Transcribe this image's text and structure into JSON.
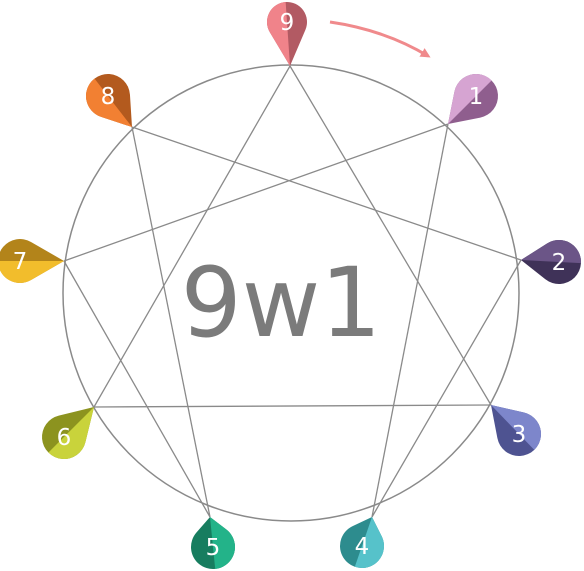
{
  "center_label": "9w1",
  "wing_arrow_color": "#f08a8c",
  "line_color": "#8a8a8a",
  "points": [
    {
      "label": "9",
      "light": "#f0838a",
      "dark": "#b25a63"
    },
    {
      "label": "1",
      "light": "#d6a4d2",
      "dark": "#8f5e8e"
    },
    {
      "label": "2",
      "light": "#6b5587",
      "dark": "#3f3258"
    },
    {
      "label": "3",
      "light": "#7d86cb",
      "dark": "#4e5391"
    },
    {
      "label": "4",
      "light": "#56c2ca",
      "dark": "#2d8c8e"
    },
    {
      "label": "5",
      "light": "#23b389",
      "dark": "#177d5f"
    },
    {
      "label": "6",
      "light": "#c9d33b",
      "dark": "#8c931f"
    },
    {
      "label": "7",
      "light": "#f2bd2c",
      "dark": "#b3841a"
    },
    {
      "label": "8",
      "light": "#f28032",
      "dark": "#b35a1e"
    }
  ]
}
